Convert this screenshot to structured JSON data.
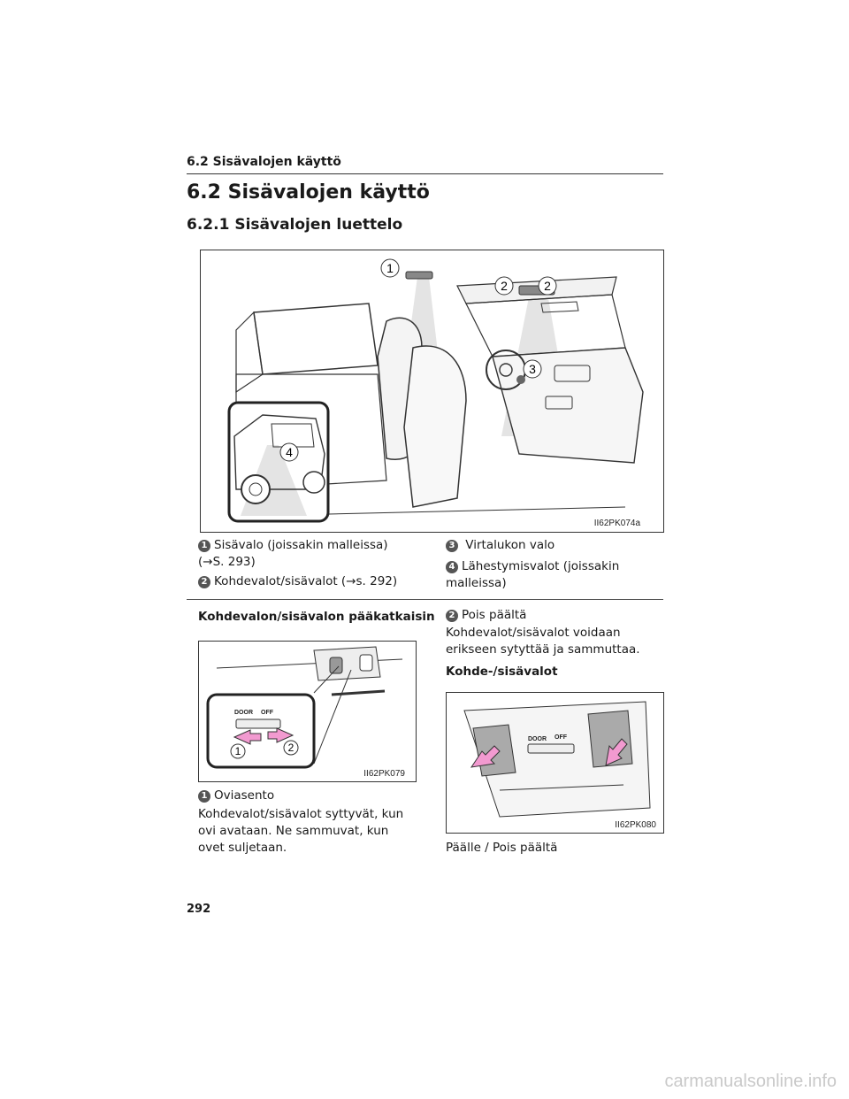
{
  "running_header": "6.2  Sisävalojen käyttö",
  "section_title": "6.2  Sisävalojen käyttö",
  "subsection_title": "6.2.1  Sisävalojen luettelo",
  "figure1": {
    "code": "II62PK074a",
    "callouts": [
      "1",
      "2",
      "2",
      "3",
      "4"
    ]
  },
  "legend": [
    {
      "num": "1",
      "text": "Sisävalo (joissakin malleissa)",
      "text2": "(→S. 293)"
    },
    {
      "num": "2",
      "text": "Kohdevalot/sisävalot (→s. 292)"
    },
    {
      "num": "3",
      "text": " Virtalukon valo"
    },
    {
      "num": "4",
      "text": "Lähestymisvalot (joissakin malleissa)"
    }
  ],
  "main_switch": {
    "heading": "Kohdevalon/sisävalon pääkatkaisin",
    "figure": {
      "code": "II62PK079",
      "door_label": "DOOR",
      "off_label": "OFF",
      "callouts": [
        "1",
        "2"
      ]
    },
    "item1": {
      "num": "1",
      "label": "Oviasento",
      "text": "Kohdevalot/sisävalot syttyvät, kun ovi avataan. Ne sammuvat, kun ovet suljetaan."
    }
  },
  "off_item": {
    "num": "2",
    "label": "Pois päältä",
    "text": "Kohdevalot/sisävalot voidaan erikseen sytyttää ja sammuttaa."
  },
  "spot_lights": {
    "heading": "Kohde-/sisävalot",
    "figure": {
      "code": "II62PK080",
      "door_label": "DOOR",
      "off_label": "OFF"
    },
    "caption": "Päälle / Pois päältä"
  },
  "page_number": "292",
  "watermark": "carmanualsonline.info"
}
